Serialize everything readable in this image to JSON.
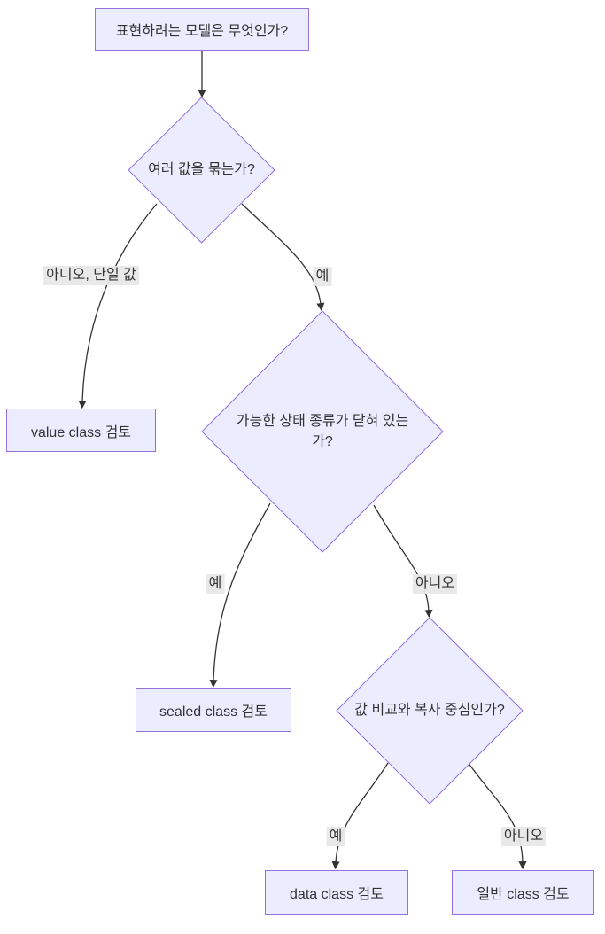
{
  "diagram": {
    "type": "flowchart",
    "direction": "top-down",
    "topic": "class type decision flowchart",
    "colors": {
      "node_fill": "#ECECFF",
      "node_border": "#9370DB",
      "text": "#333333",
      "edge_line": "#333333",
      "edge_label_bg": "#e8e8e8",
      "background": "#ffffff"
    },
    "nodes": {
      "start": {
        "shape": "rect",
        "label": "표현하려는 모델은 무엇인가?"
      },
      "d1": {
        "shape": "diamond",
        "label": "여러 값을 묶는가?"
      },
      "value_class": {
        "shape": "rect",
        "label": "value class 검토"
      },
      "d2": {
        "shape": "diamond",
        "label": "가능한 상태 종류가 닫혀 있는 가?",
        "label_lines": [
          "가능한 상태 종류가 닫혀 있는",
          "가?"
        ]
      },
      "sealed_class": {
        "shape": "rect",
        "label": "sealed class 검토"
      },
      "d3": {
        "shape": "diamond",
        "label": "값 비교와 복사 중심인가?"
      },
      "data_class": {
        "shape": "rect",
        "label": "data class 검토"
      },
      "general_class": {
        "shape": "rect",
        "label": "일반 class 검토"
      }
    },
    "edges": [
      {
        "from": "start",
        "to": "d1",
        "label": ""
      },
      {
        "from": "d1",
        "to": "value_class",
        "label": "아니오, 단일 값"
      },
      {
        "from": "d1",
        "to": "d2",
        "label": "예"
      },
      {
        "from": "d2",
        "to": "sealed_class",
        "label": "예"
      },
      {
        "from": "d2",
        "to": "d3",
        "label": "아니오"
      },
      {
        "from": "d3",
        "to": "data_class",
        "label": "예"
      },
      {
        "from": "d3",
        "to": "general_class",
        "label": "아니오"
      }
    ]
  }
}
